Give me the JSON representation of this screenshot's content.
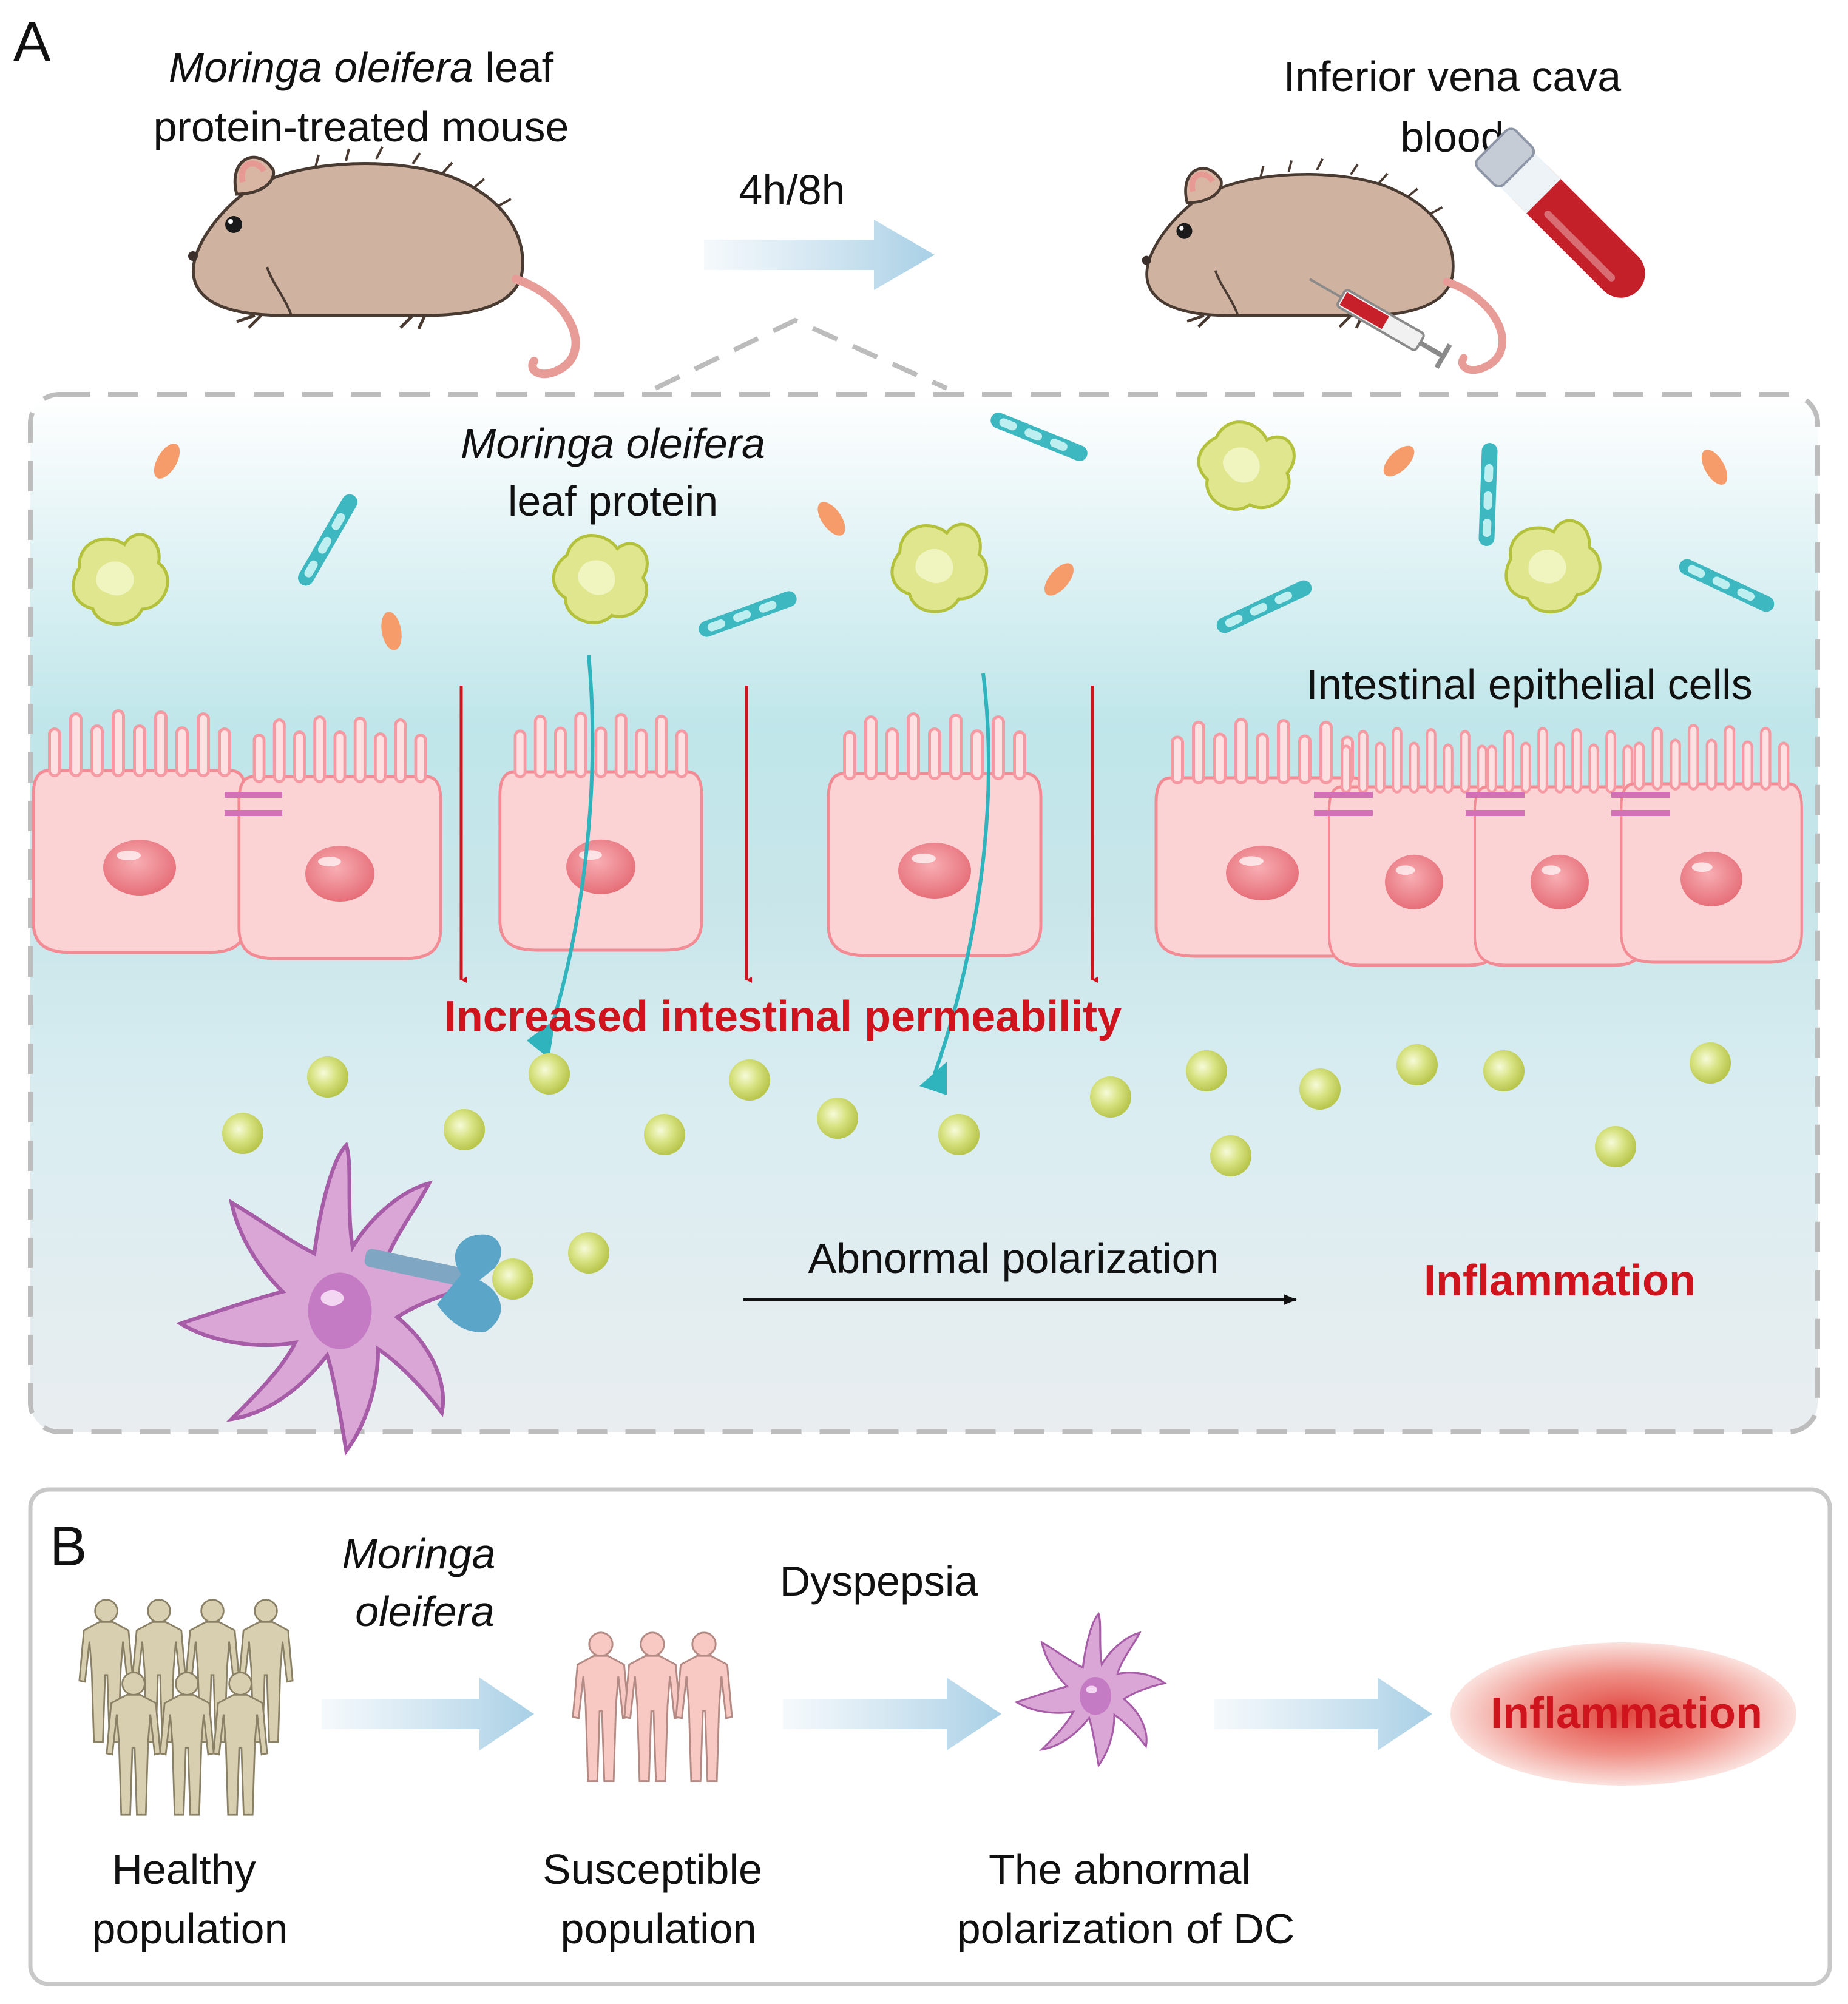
{
  "panel_a": {
    "letter": "A",
    "mouse_label": {
      "line1_italic": "Moringa oleifera",
      "line1_rest": " leaf",
      "line2": "protein-treated mouse"
    },
    "time_label": "4h/8h",
    "blood_label": {
      "line1": "Inferior vena cava",
      "line2": "blood"
    },
    "protein_label": {
      "line1": "Moringa oleifera",
      "line2": "leaf protein"
    },
    "cells_label": "Intestinal epithelial  cells",
    "permeability_label": "Increased intestinal permeability",
    "polarization_label": "Abnormal polarization",
    "inflammation_label": "Inflammation"
  },
  "panel_b": {
    "letter": "B",
    "moringa_label": {
      "line1": "Moringa",
      "line2": "oleifera"
    },
    "dyspepsia_label": "Dyspepsia",
    "healthy_label": {
      "line1": "Healthy",
      "line2": "population"
    },
    "susceptible_label": {
      "line1": "Susceptible",
      "line2": "population"
    },
    "dc_label": {
      "line1": "The abnormal",
      "line2": "polarization of DC"
    },
    "inflammation_label": "Inflammation"
  },
  "colors": {
    "title_red": "#d0141e",
    "cell_pink": "#fbd0d2",
    "nucleus": "#ef7f87",
    "protein_yellow": "#dbe483",
    "dc_purple": "#c88dc6",
    "arrow_blue": "#bcd8ea",
    "path_teal": "#2fb3bd"
  },
  "icons": [
    "mouse-icon",
    "blood-tube-icon",
    "syringe-icon",
    "dendritic-cell-icon",
    "human-silhouette-icon",
    "protein-blob-icon",
    "bacteria-rod-icon"
  ]
}
